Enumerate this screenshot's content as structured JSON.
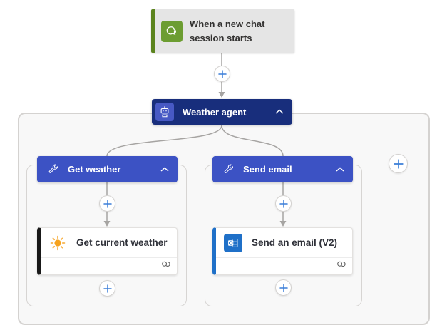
{
  "trigger": {
    "label": "When a new chat session starts",
    "icon": "chat-icon"
  },
  "agent": {
    "label": "Weather agent",
    "icon": "robot-icon",
    "collapse_icon": "chevron-up-icon"
  },
  "branches": [
    {
      "header": {
        "label": "Get weather",
        "icon": "wrench-icon",
        "collapse_icon": "chevron-up-icon"
      },
      "action": {
        "label": "Get current weather",
        "icon": "sun-icon",
        "status_icon": "connection-icon"
      }
    },
    {
      "header": {
        "label": "Send email",
        "icon": "wrench-icon",
        "collapse_icon": "chevron-up-icon"
      },
      "action": {
        "label": "Send an email (V2)",
        "icon": "outlook-icon",
        "status_icon": "connection-icon"
      }
    }
  ],
  "add_button": {
    "tooltip_symbol": "+"
  },
  "colors": {
    "agent_navy": "#182e7c",
    "agent_tile_blue": "#4759c4",
    "branch_blue": "#3c52c4",
    "trigger_gray": "#e5e5e5",
    "trigger_stripe_green": "#5b831d",
    "trigger_tile_green": "#6c9d31",
    "weather_stripe_black": "#191919",
    "outlook_blue": "#1f70c8",
    "plus_blue": "#3b7fd8",
    "connector_gray": "#a6a4a2",
    "container_bg": "#f8f8f8"
  }
}
